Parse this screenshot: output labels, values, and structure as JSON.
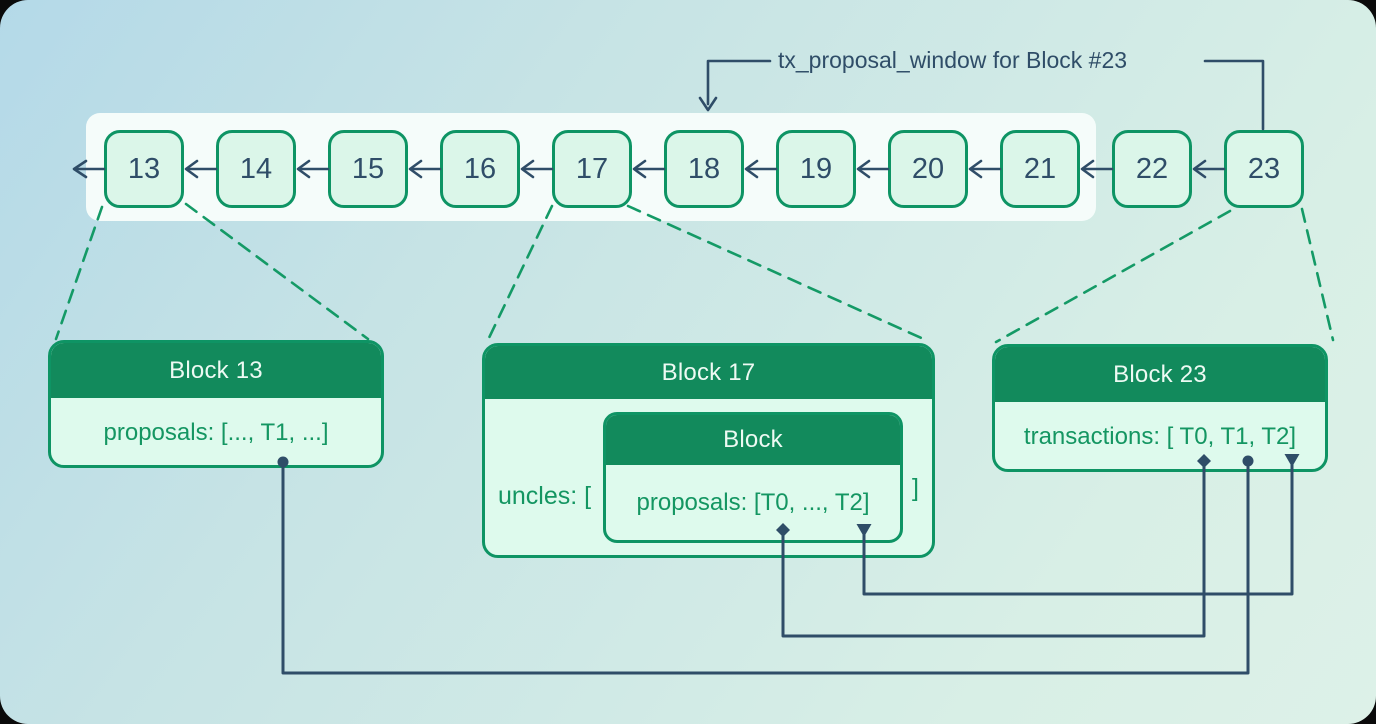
{
  "colors": {
    "canvas_bg_start": "#b4d9e8",
    "canvas_bg_end": "#d8efe6",
    "band_bg": "#f5fcfa",
    "block_fill": "#dbf6e9",
    "card_fill": "#defaed",
    "green_border": "#0e9464",
    "header_green": "#128a5c",
    "header_text": "#edfaf3",
    "body_text_green": "#149662",
    "navy": "#2f4d68",
    "dashed_green": "#149a66"
  },
  "annotation": {
    "label": "tx_proposal_window for Block #23"
  },
  "chain": {
    "blocks": [
      "13",
      "14",
      "15",
      "16",
      "17",
      "18",
      "19",
      "20",
      "21",
      "22",
      "23"
    ]
  },
  "cards": {
    "block13": {
      "title": "Block 13",
      "body": "proposals: [..., T1, ...]"
    },
    "block17": {
      "title": "Block 17",
      "list_prefix": "uncles: [",
      "list_suffix": "]",
      "nested": {
        "title": "Block",
        "body": "proposals: [T0, ..., T2]"
      }
    },
    "block23": {
      "title": "Block 23",
      "body": "transactions: [ T0, T1, T2]"
    }
  },
  "edges": [
    {
      "from": "Block 13 proposals T1",
      "to": "Block 23 transactions T1",
      "marker": "circle"
    },
    {
      "from": "Block 17 uncle proposals T0",
      "to": "Block 23 transactions T0",
      "marker": "diamond"
    },
    {
      "from": "Block 17 uncle proposals T2",
      "to": "Block 23 transactions T2",
      "marker": "triangle"
    }
  ]
}
